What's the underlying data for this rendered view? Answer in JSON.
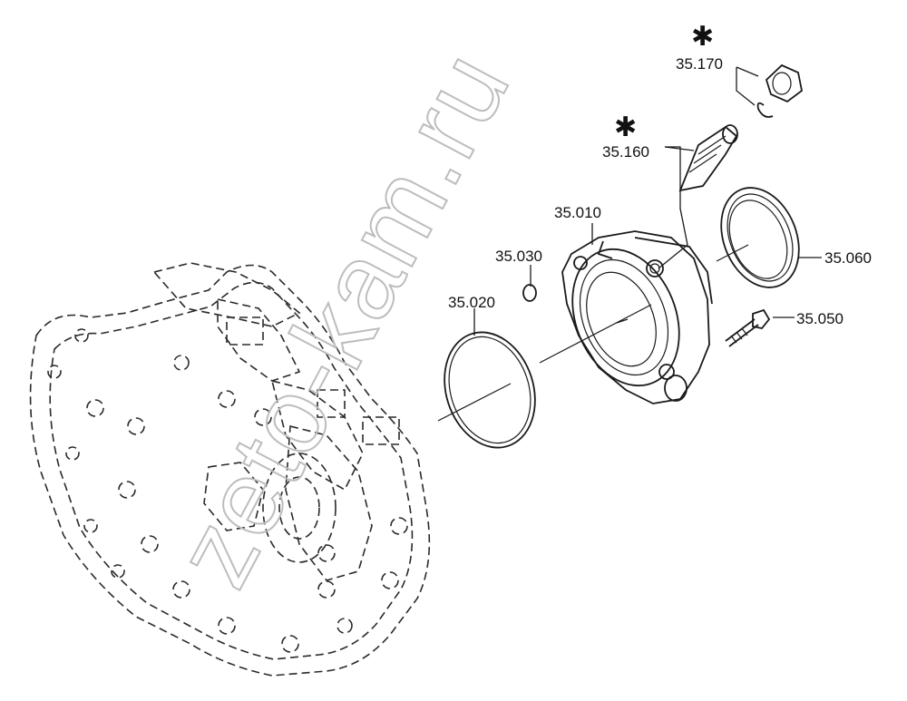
{
  "watermark": "zeto-kam.ru",
  "callouts": [
    {
      "id": "35.170",
      "label": "35.170",
      "starred": true
    },
    {
      "id": "35.160",
      "label": "35.160",
      "starred": true
    },
    {
      "id": "35.010",
      "label": "35.010",
      "starred": false
    },
    {
      "id": "35.030",
      "label": "35.030",
      "starred": false
    },
    {
      "id": "35.020",
      "label": "35.020",
      "starred": false
    },
    {
      "id": "35.060",
      "label": "35.060",
      "starred": false
    },
    {
      "id": "35.050",
      "label": "35.050",
      "starred": false
    }
  ],
  "star_symbol": "✱"
}
